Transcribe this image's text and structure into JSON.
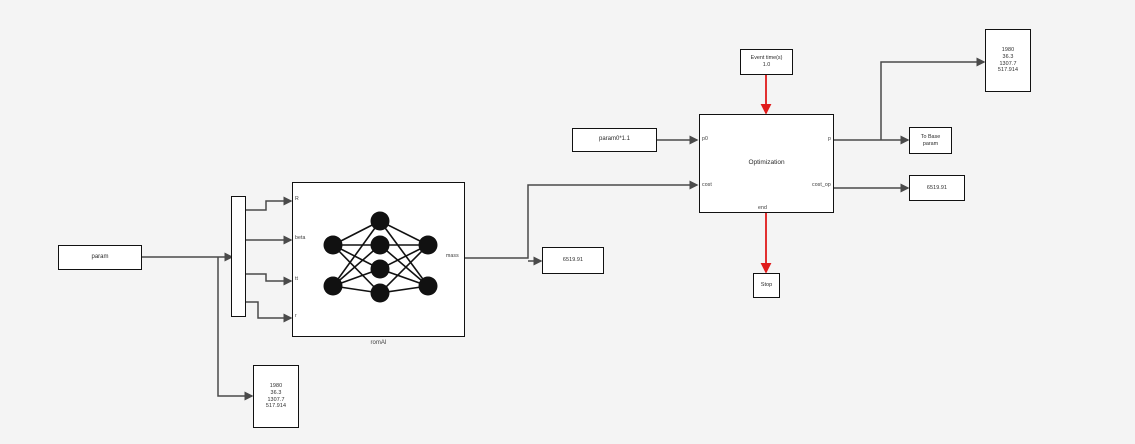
{
  "canvas": {
    "background": "#f4f4f4",
    "wire_color": "#4a4a4a",
    "event_wire_color": "#e01b1b",
    "block_border": "#111111",
    "block_fill": "#ffffff"
  },
  "blocks": {
    "param": {
      "label": "param"
    },
    "demux": {
      "label": ""
    },
    "romai": {
      "name": "romAI",
      "in_ports": [
        "R",
        "beta",
        "tt",
        "r"
      ],
      "out_ports": [
        "mass"
      ]
    },
    "mass_display": {
      "value": "6519.91"
    },
    "param_scaled": {
      "label": "param0*1.1"
    },
    "optimization": {
      "label": "Optimization",
      "in_ports": [
        "p0",
        "cost"
      ],
      "out_ports": [
        "p",
        "cost_op"
      ],
      "bottom_port": "end"
    },
    "event_time": {
      "label": "Event time(s)",
      "value": "1.0"
    },
    "stop": {
      "label": "Stop"
    },
    "to_base_param": {
      "label": "To Base\nparam"
    },
    "cost_display": {
      "value": "6519.91"
    },
    "param_display_top": {
      "value": "1980\n36.3\n1307.7\n517.914"
    },
    "param_display_bottom": {
      "value": "1980\n36.3\n1307.7\n517.914"
    }
  },
  "network": {
    "input_nodes": 2,
    "hidden_nodes": 4,
    "output_nodes": 2,
    "node_color": "#111111"
  }
}
